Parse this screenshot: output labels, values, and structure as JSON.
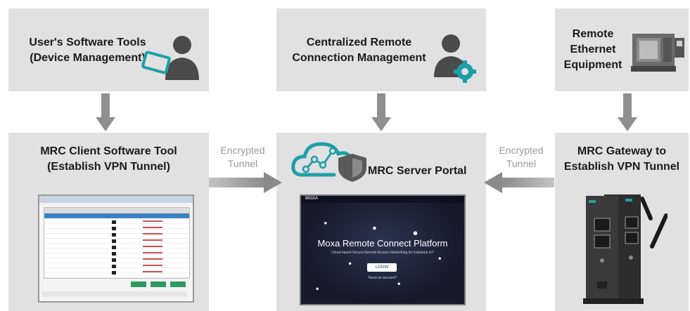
{
  "top_row": {
    "user_tools": {
      "line1": "User's Software Tools",
      "line2": "(Device Management)"
    },
    "central_mgmt": {
      "line1": "Centralized Remote",
      "line2": "Connection Management"
    },
    "remote_equipment": {
      "line1": "Remote",
      "line2": "Ethernet",
      "line3": "Equipment"
    }
  },
  "bottom_row": {
    "client_tool": {
      "line1": "MRC Client Software Tool",
      "line2": "(Establish VPN Tunnel)"
    },
    "server_portal": {
      "title": "MRC Server Portal"
    },
    "gateway": {
      "line1": "MRC Gateway to",
      "line2": "Establish VPN Tunnel"
    }
  },
  "tunnels": {
    "left": {
      "line1": "Encrypted",
      "line2": "Tunnel"
    },
    "right": {
      "line1": "Encrypted",
      "line2": "Tunnel"
    }
  },
  "portal_screen": {
    "brand": "MOXA",
    "headline": "Moxa Remote Connect Platform",
    "subline": "Cloud-based Secure Remote Access Networking for Industrial IoT",
    "login_button": "LOGIN",
    "signup_link": "Need an account?"
  },
  "colors": {
    "box_bg": "#e1e1e1",
    "arrow": "#8f8f8f",
    "accent_teal": "#1f9fa8",
    "dark_icon": "#4a4a4a"
  }
}
